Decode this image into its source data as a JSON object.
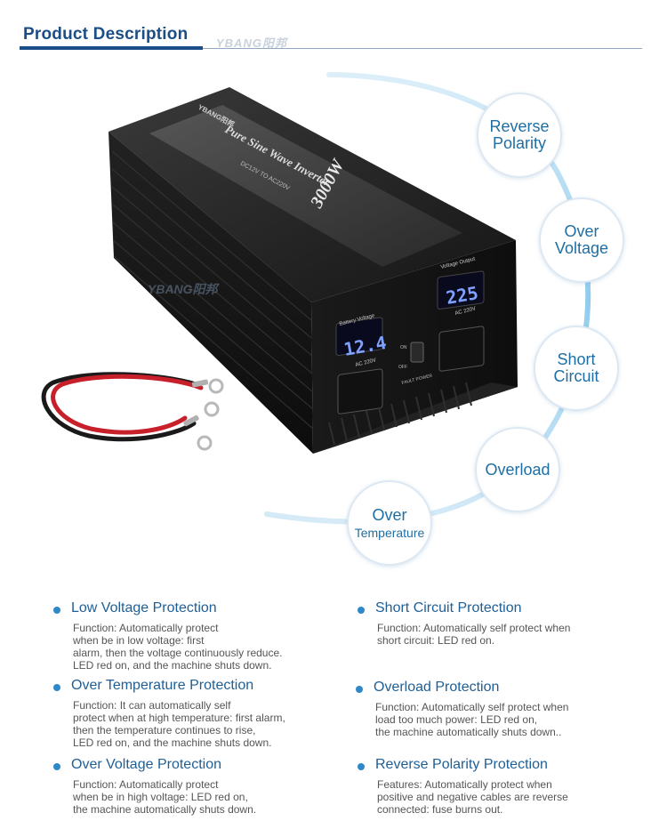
{
  "header": {
    "title": "Product Description",
    "watermark": "YBANG阳邦"
  },
  "product": {
    "brand": "YBANG阳邦",
    "model_text": "Pure Sine Wave Inverter",
    "sub_text": "DC12V TO AC220V",
    "power_label": "3000W",
    "battery_display_label": "Battery Voltage",
    "battery_reading": "12.4",
    "output_display_label": "Voltage Output",
    "output_reading": "225",
    "socket_label_left": "AC 220V",
    "socket_label_right": "AC 220V",
    "switch_on": "ON",
    "switch_off": "OFF",
    "fault_power": "FAULT POWER",
    "accent_color": "#2f88c8"
  },
  "bubbles": [
    {
      "lines": [
        "Reverse",
        "Polarity"
      ]
    },
    {
      "lines": [
        "Over",
        "Voltage"
      ]
    },
    {
      "lines": [
        "Short",
        "Circuit"
      ]
    },
    {
      "lines": [
        "Overload"
      ]
    },
    {
      "lines": [
        "Over",
        "Temperature"
      ]
    }
  ],
  "features": [
    {
      "title": "Low Voltage Protection",
      "desc": [
        "Function: Automatically protect",
        "when be in low voltage: first",
        "alarm, then the voltage continuously reduce.",
        "LED red on, and the machine shuts down."
      ]
    },
    {
      "title": "Short Circuit Protection",
      "desc": [
        "Function: Automatically self protect when",
        "short circuit: LED red on."
      ]
    },
    {
      "title": "Over Temperature Protection",
      "desc": [
        "Function: It can automatically self",
        "protect when at  high temperature: first alarm,",
        "then the temperature continues to rise,",
        "LED red on, and the machine shuts down."
      ]
    },
    {
      "title": "Overload Protection",
      "desc": [
        "Function: Automatically self protect when",
        "load too much power: LED red on,",
        "the machine automatically shuts down.."
      ]
    },
    {
      "title": "Over Voltage Protection",
      "desc": [
        "Function: Automatically protect",
        "when be in  high voltage: LED red on,",
        "the machine automatically shuts down."
      ]
    },
    {
      "title": "Reverse Polarity Protection",
      "desc": [
        "Features: Automatically protect when",
        "positive and negative cables are reverse",
        "connected: fuse burns out."
      ]
    }
  ]
}
